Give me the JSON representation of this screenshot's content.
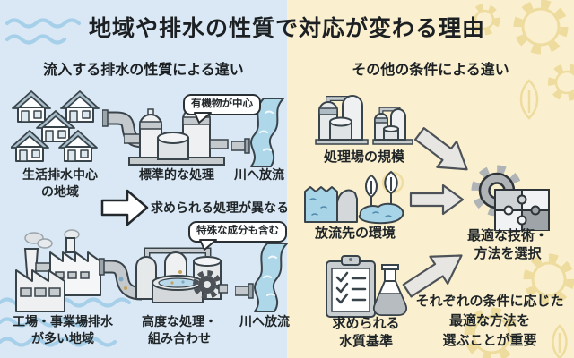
{
  "title": "地域や排水の性質で対応が変わる理由",
  "palette": {
    "left_bg": "#d9e8f4",
    "right_bg": "#faf0cf",
    "wave_decoration": "#a6cfe9",
    "gear_leaf_decoration": "#eedc9f",
    "ink": "#23282c",
    "water": "#aed7ea"
  },
  "left": {
    "header": "流入する排水の性質による違い",
    "flow1": {
      "source": "生活排水中心\nの地域",
      "callout": "有機物が中心",
      "process": "標準的な処理",
      "river": "川へ放流"
    },
    "middle_note": "求められる処理が異なる",
    "flow2": {
      "source": "工場・事業場排水\nが多い地域",
      "callout": "特殊な成分も含む",
      "process": "高度な処理・\n組み合わせ",
      "river": "川へ放流"
    }
  },
  "right": {
    "header": "その他の条件による違い",
    "factors": [
      {
        "label": "処理場の規模"
      },
      {
        "label": "放流先の環境"
      },
      {
        "label": "求められる\n水質基準"
      }
    ],
    "result": "最適な技術・\n方法を選択",
    "note": "それぞれの条件に応じた\n最適な方法を\n選ぶことが重要"
  },
  "icons": [
    "houses-icon",
    "sewer-pipe-icon",
    "treatment-plant-icon",
    "river-icon",
    "block-arrow-icon",
    "factory-icon",
    "advanced-treatment-plant-icon",
    "plant-scale-icon",
    "discharge-environment-icon",
    "water-quality-icon",
    "gear-puzzle-icon",
    "arrow-down-right-icon",
    "arrow-right-icon",
    "arrow-up-right-icon",
    "wave-decoration",
    "gear-decoration",
    "leaf-decoration"
  ]
}
